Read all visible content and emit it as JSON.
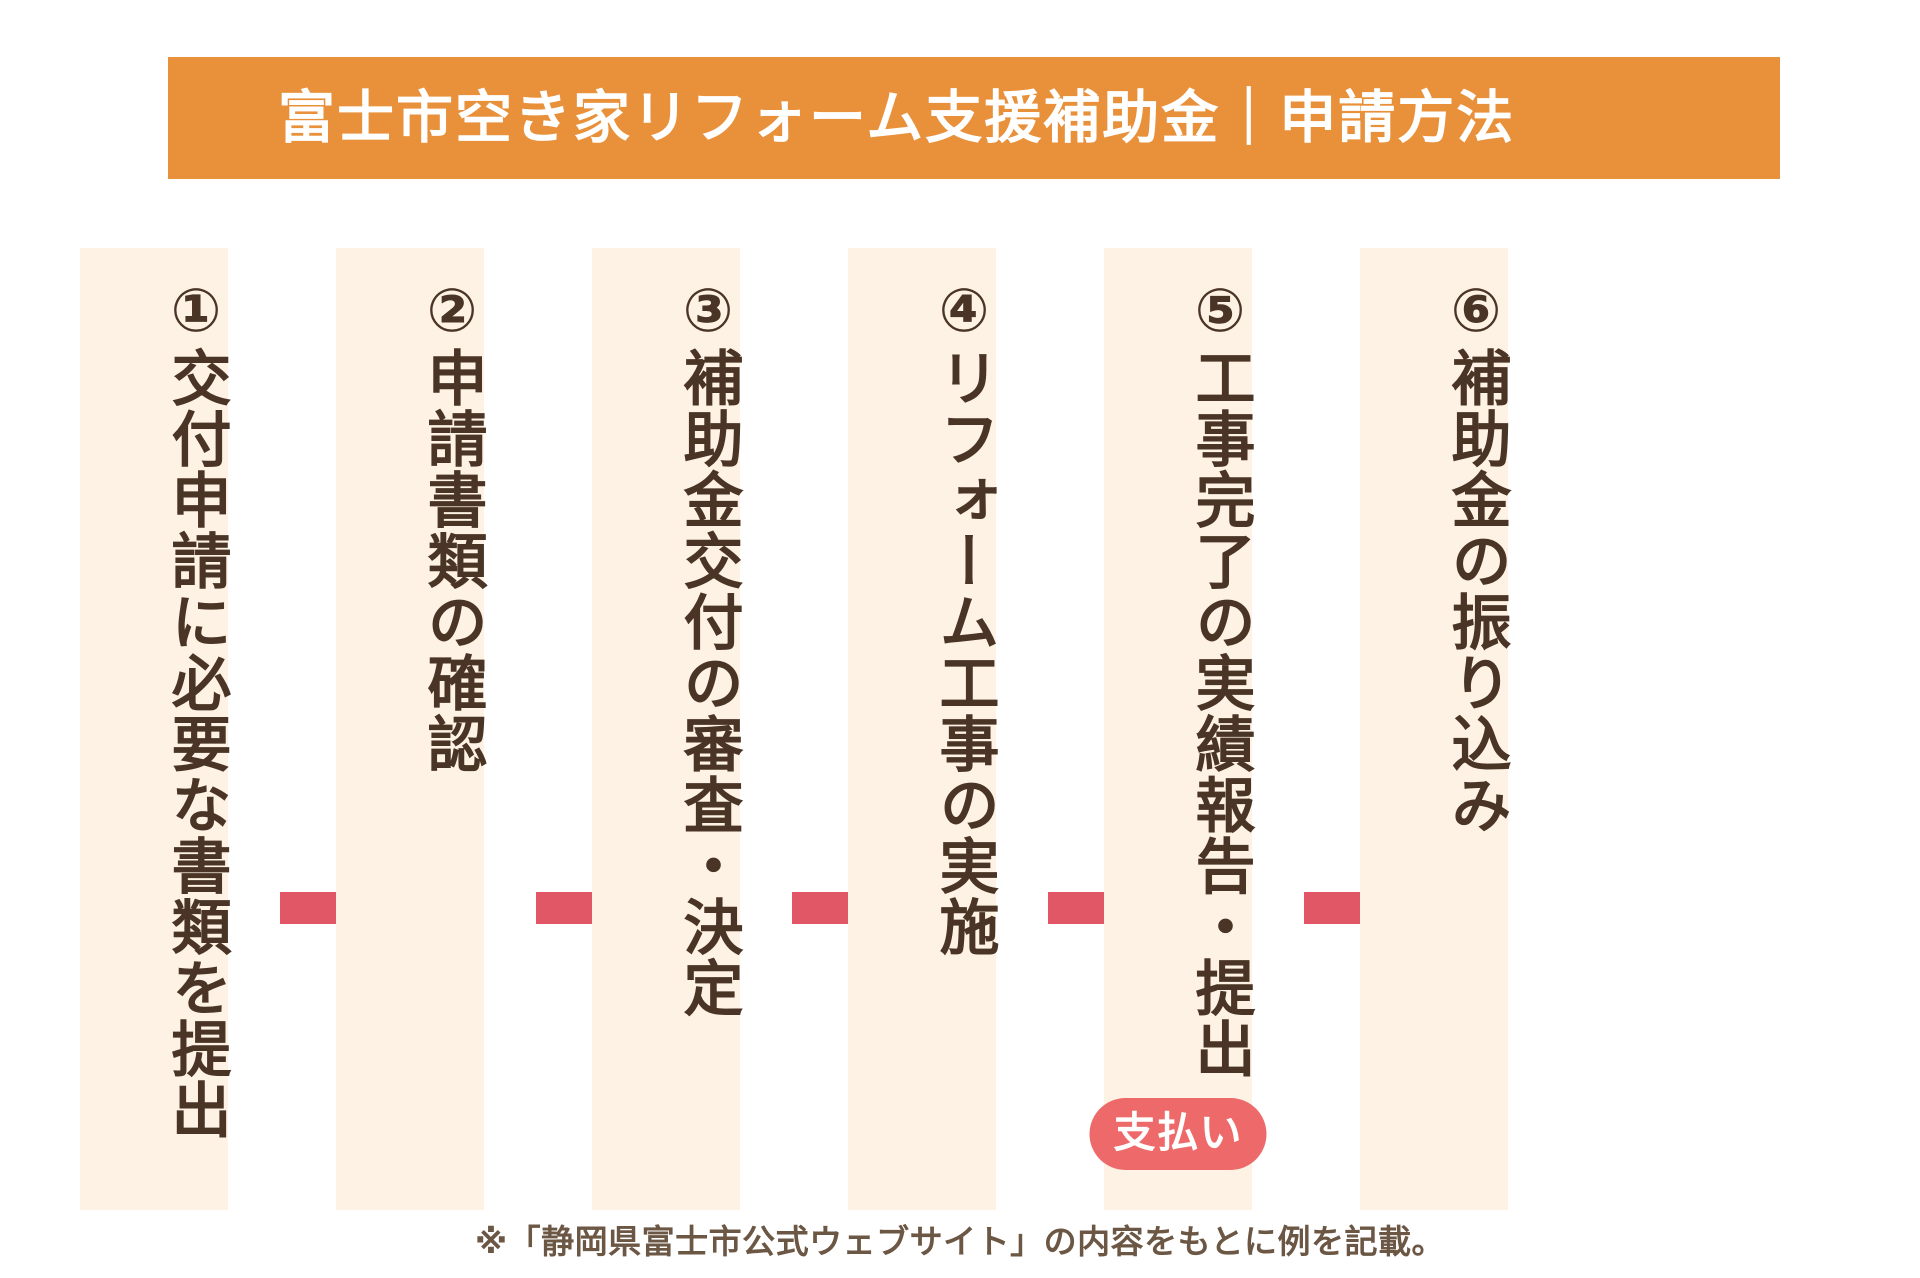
{
  "header": {
    "title": "富士市空き家リフォーム支援補助金｜申請方法",
    "background_color": "#E8903A",
    "text_color": "#FFFFFF"
  },
  "flow": {
    "column_background_color": "#FDF2E3",
    "text_color": "#4A3426",
    "arrow_color": "#E15765",
    "steps": [
      {
        "number": "①",
        "label": "①交付申請に必要な書類を提出",
        "badge": null
      },
      {
        "number": "②",
        "label": "②申請書類の確認",
        "badge": null
      },
      {
        "number": "③",
        "label": "③補助金交付の審査・決定",
        "badge": null
      },
      {
        "number": "④",
        "label": "④リフォーム工事の実施",
        "badge": null
      },
      {
        "number": "⑤",
        "label": "⑤工事完了の実績報告・提出",
        "badge": "支払い"
      },
      {
        "number": "⑥",
        "label": "⑥補助金の振り込み",
        "badge": null
      }
    ],
    "arrows": [
      "arrow-right-icon",
      "arrow-right-icon",
      "arrow-right-icon",
      "arrow-right-icon",
      "arrow-right-icon"
    ]
  },
  "footnote": {
    "text": "※「静岡県富士市公式ウェブサイト」の内容をもとに例を記載。"
  }
}
